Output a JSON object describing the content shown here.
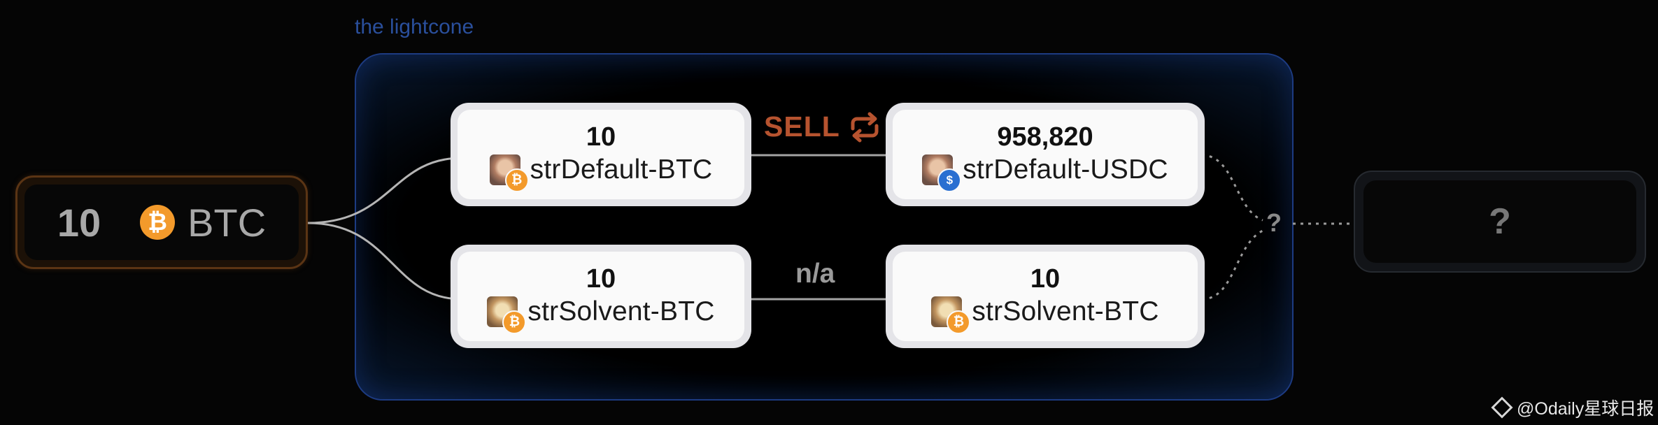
{
  "lightcone": {
    "label": "the lightcone"
  },
  "source": {
    "amount": "10",
    "asset": "BTC",
    "icon": "bitcoin-icon",
    "coin_symbol": "₿"
  },
  "nodes": [
    {
      "amount": "10",
      "name": "strDefault-BTC",
      "avatar": "strategy-default-avatar",
      "badge": "bitcoin-badge"
    },
    {
      "amount": "958,820",
      "name": "strDefault-USDC",
      "avatar": "strategy-default-avatar",
      "badge": "usdc-badge"
    },
    {
      "amount": "10",
      "name": "strSolvent-BTC",
      "avatar": "strategy-solvent-avatar",
      "badge": "bitcoin-badge"
    },
    {
      "amount": "10",
      "name": "strSolvent-BTC",
      "avatar": "strategy-solvent-avatar",
      "badge": "bitcoin-badge"
    }
  ],
  "edges": {
    "sell_label": "SELL",
    "sell_icon": "swap-arrows-icon",
    "na_label": "n/a"
  },
  "merge": {
    "label": "?"
  },
  "target": {
    "label": "?"
  },
  "watermark": {
    "text": "@Odaily星球日报",
    "icon": "binance-logo-icon"
  },
  "colors": {
    "accent_sell": "#b6532f",
    "bitcoin": "#f39a2b",
    "usdc": "#2a6fd1",
    "lightcone_border": "#1d3b82",
    "source_border": "#5a3414"
  }
}
